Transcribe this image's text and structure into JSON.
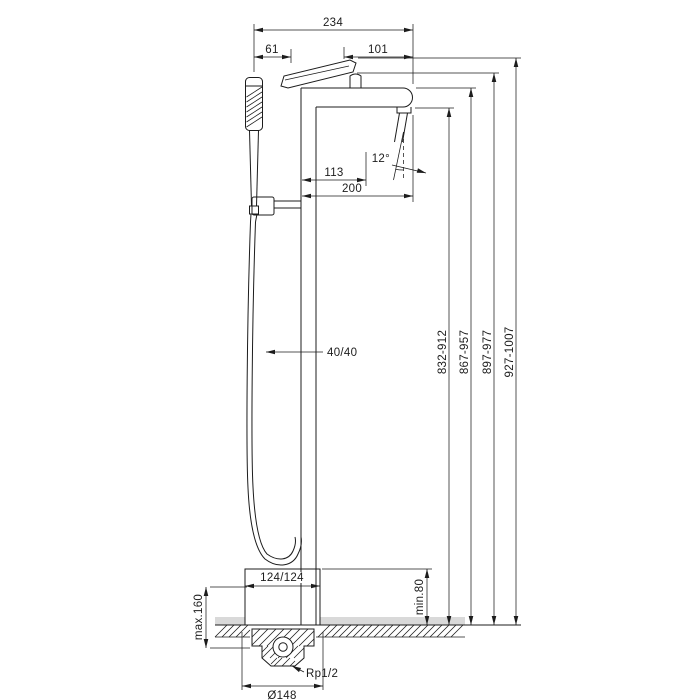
{
  "meta": {
    "background_color": "#ffffff",
    "line_color": "#1c1c1c",
    "floor_strip_color": "#d9d9d9"
  },
  "dimensions": {
    "width_total": "234",
    "width_handshower": "61",
    "width_spout_tip": "101",
    "reach_mid": "113",
    "reach_spout": "200",
    "spray_angle": "12°",
    "riser_profile": "40/40",
    "height_outlet": "832-912",
    "height_spout_top": "867-957",
    "height_handle": "897-977",
    "height_max": "927-1007",
    "floor_min": "min.80",
    "install_max": "max.160",
    "base_plate": "124/124",
    "flange_diameter": "Ø148",
    "connection_thread": "Rp1/2"
  }
}
